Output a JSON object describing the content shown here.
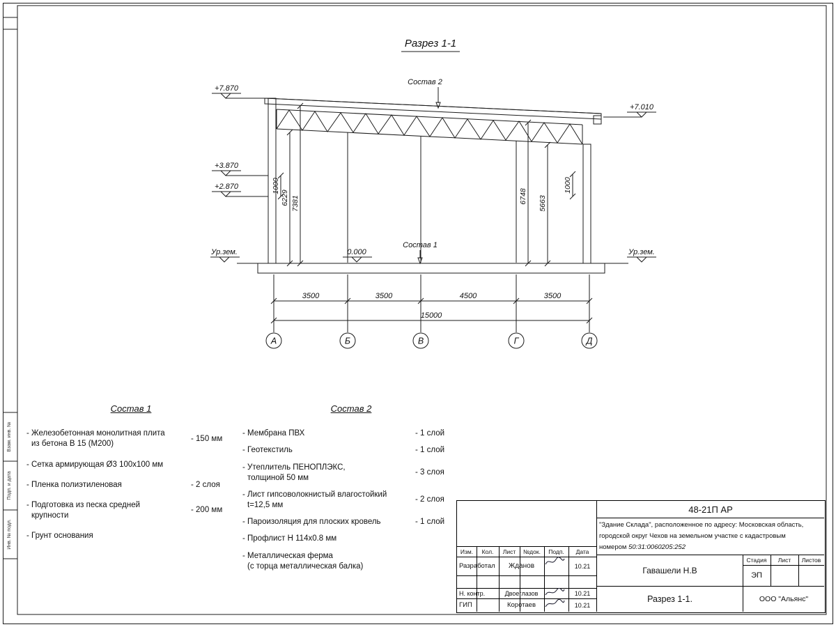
{
  "sheet_title": "Разрез 1-1",
  "drawing": {
    "elev_top_left": "+7.870",
    "elev_mid_left_1": "+3.870",
    "elev_mid_left_2": "+2.870",
    "elev_zero": "0.000",
    "elev_top_right": "+7.010",
    "ground_label": "Ур.зем.",
    "label_sostav1": "Состав 1",
    "label_sostav2": "Состав 2",
    "dims_left": [
      "1000",
      "6229",
      "7381"
    ],
    "dims_right": [
      "6748",
      "5663",
      "1000"
    ],
    "dims_bottom": [
      "3500",
      "3500",
      "4500",
      "3500"
    ],
    "dim_total": "15000",
    "axes": [
      "А",
      "Б",
      "В",
      "Г",
      "Д"
    ]
  },
  "sostav1": {
    "heading": "Состав 1",
    "items": [
      {
        "line1": "- Железобетонная  монолитная плита",
        "line2": "из бетона В 15 (М200)",
        "value": "- 150 мм"
      },
      {
        "line1": "- Сетка армирующая Ø3 100x100 мм",
        "line2": "",
        "value": ""
      },
      {
        "line1": "- Пленка полиэтиленовая",
        "line2": "",
        "value": "- 2 слоя"
      },
      {
        "line1": "- Подготовка из песка средней",
        "line2": "крупности",
        "value": "- 200 мм"
      },
      {
        "line1": "- Грунт основания",
        "line2": "",
        "value": ""
      }
    ]
  },
  "sostav2": {
    "heading": "Состав 2",
    "items": [
      {
        "line1": "- Мембрана ПВХ",
        "line2": "",
        "value": "- 1 слой"
      },
      {
        "line1": "- Геотекстиль",
        "line2": "",
        "value": "- 1 слой"
      },
      {
        "line1": "- Утеплитель ПЕНОПЛЭКС,",
        "line2": "толщиной 50 мм",
        "value": "- 3 слоя"
      },
      {
        "line1": "- Лист гипсоволокнистый влагостойкий",
        "line2": "t=12,5 мм",
        "value": "- 2 слоя"
      },
      {
        "line1": "- Пароизоляция для плоских кровель",
        "line2": "",
        "value": "- 1 слой"
      },
      {
        "line1": "- Профлист Н 114x0.8 мм",
        "line2": "",
        "value": ""
      },
      {
        "line1": "- Металлическая ферма",
        "line2": "(с торца металлическая балка)",
        "value": ""
      }
    ]
  },
  "titleblock": {
    "doc_number": "48-21П АР",
    "project_line1": "\"Здание Склада\", расположенное по адресу: Московская область,",
    "project_line2": "городской округ Чехов на земельном участке с кадастровым",
    "project_line3_prefix": "номером ",
    "project_line3_number": "50:31:0060205:252",
    "col_izm": "Изм.",
    "col_kol": "Кол.",
    "col_list": "Лист",
    "col_ndok": "№док.",
    "col_podp": "Подп.",
    "col_data": "Дата",
    "rows": [
      {
        "role": "Разработал",
        "name": "Жданов",
        "date": "10.21"
      },
      {
        "role": "Н. контр.",
        "name": "Двоеглазов",
        "date": "10.21"
      },
      {
        "role": "ГИП",
        "name": "Коротаев",
        "date": "10.21"
      }
    ],
    "approver": "Гавашели Н.В",
    "stage_label": "Стадия",
    "sheet_label": "Лист",
    "sheets_label": "Листов",
    "stage_value": "ЭП",
    "drawing_name": "Разрез 1-1.",
    "company": "ООО \"Альянс\""
  },
  "margin": {
    "stamp1": "Взам. инв. №",
    "stamp2": "Подп. и дата",
    "stamp3": "Инв. № подл."
  }
}
